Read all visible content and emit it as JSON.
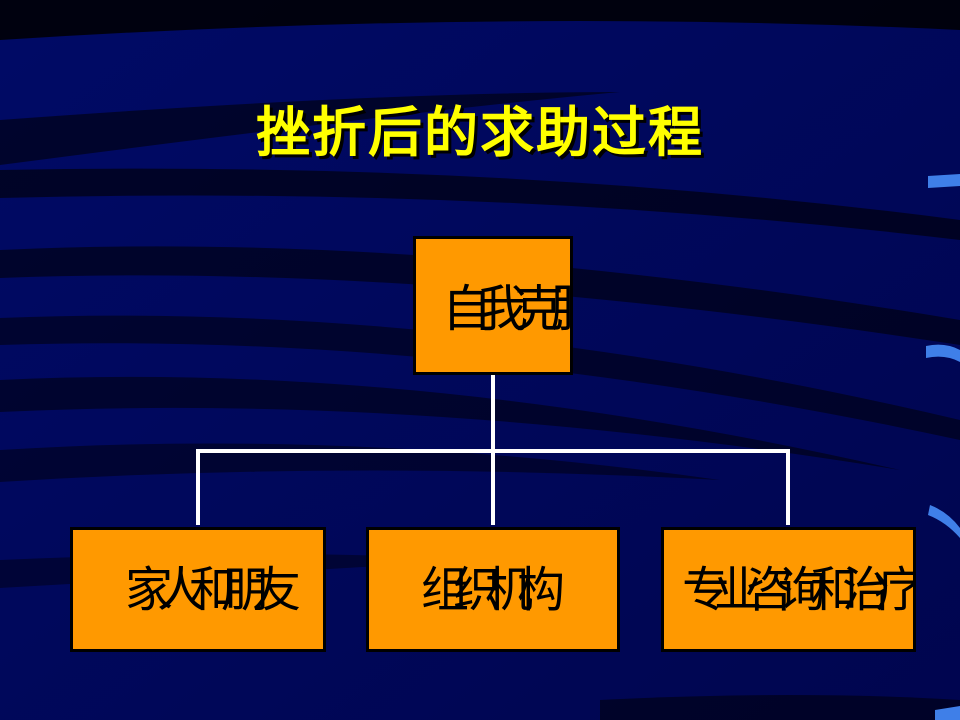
{
  "slide": {
    "title": "挫折后的求助过程"
  },
  "diagram": {
    "root": {
      "label": "自我克服"
    },
    "children": [
      {
        "label": "家人和朋友"
      },
      {
        "label": "组织机构"
      },
      {
        "label": "专业咨询和治疗"
      }
    ]
  },
  "colors": {
    "background": "#00065e",
    "title": "#ffff00",
    "box_fill": "#ff9900",
    "box_border": "#000000",
    "connector": "#ffffff"
  }
}
